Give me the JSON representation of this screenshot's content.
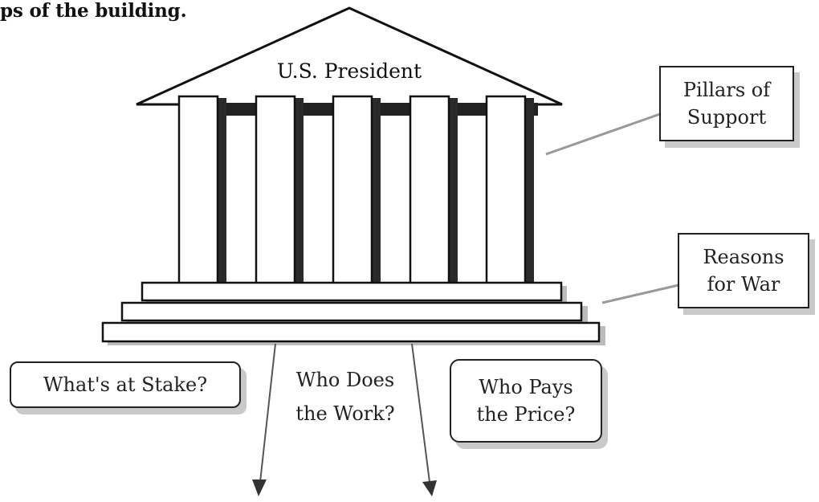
{
  "intro_text": "ps of the building.",
  "diagram": {
    "roof_label": "U.S. President",
    "pillars_label": [
      "Pillars of",
      "Support"
    ],
    "steps_label": [
      "Reasons",
      "for War"
    ],
    "stake_label": "What's at Stake?",
    "work_label": [
      "Who Does",
      "the Work?"
    ],
    "price_label": [
      "Who Pays",
      "the Price?"
    ]
  }
}
